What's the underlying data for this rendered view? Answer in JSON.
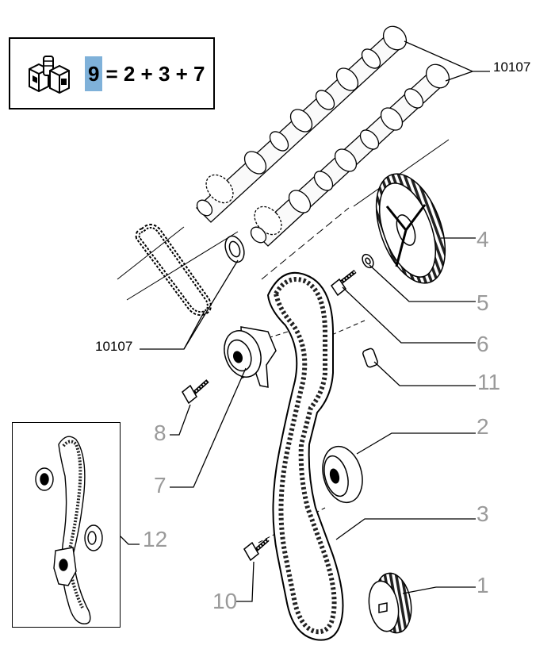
{
  "kit": {
    "icon": "kit-parts-icon",
    "number": "9",
    "formula": "= 2 + 3 + 7"
  },
  "callouts": {
    "camshaft_top": "10107",
    "camshaft_bottom": "10107",
    "c1": "1",
    "c2": "2",
    "c3": "3",
    "c4": "4",
    "c5": "5",
    "c6": "6",
    "c7": "7",
    "c8": "8",
    "c10": "10",
    "c11": "11",
    "c12": "12"
  },
  "colors": {
    "highlight": "#7fb1d9",
    "callout_gray": "#9a9a9a",
    "line": "#000000"
  }
}
